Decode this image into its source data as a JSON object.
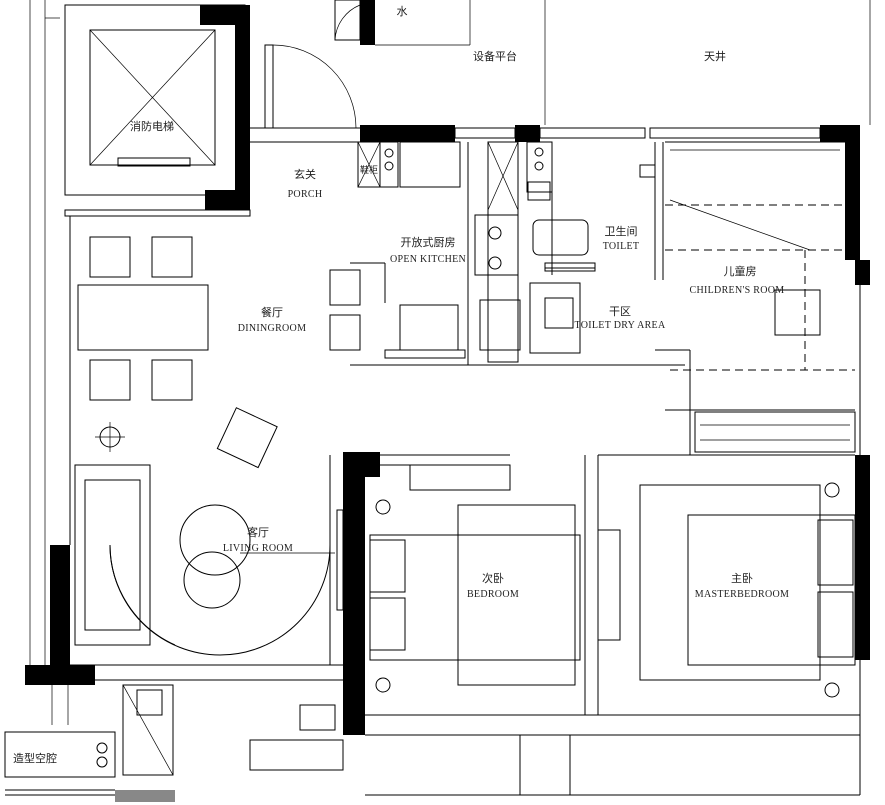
{
  "plan": {
    "labels": {
      "water": "水",
      "equipment_platform": "设备平台",
      "courtyard": "天井",
      "fire_elevator": "消防电梯",
      "porch_cn": "玄关",
      "porch_en": "PORCH",
      "shoe_cabinet": "鞋柜",
      "kitchen_cn": "开放式厨房",
      "kitchen_en": "OPEN KITCHEN",
      "toilet_cn": "卫生间",
      "toilet_en": "TOILET",
      "children_cn": "儿童房",
      "children_en": "CHILDREN'S ROOM",
      "dining_cn": "餐厅",
      "dining_en": "DININGROOM",
      "dry_cn": "干区",
      "dry_en": "TOILET DRY AREA",
      "living_cn": "客厅",
      "living_en": "LIVING ROOM",
      "bedroom_cn": "次卧",
      "bedroom_en": "BEDROOM",
      "master_cn": "主卧",
      "master_en": "MASTERBEDROOM",
      "cavity": "造型空腔"
    }
  }
}
